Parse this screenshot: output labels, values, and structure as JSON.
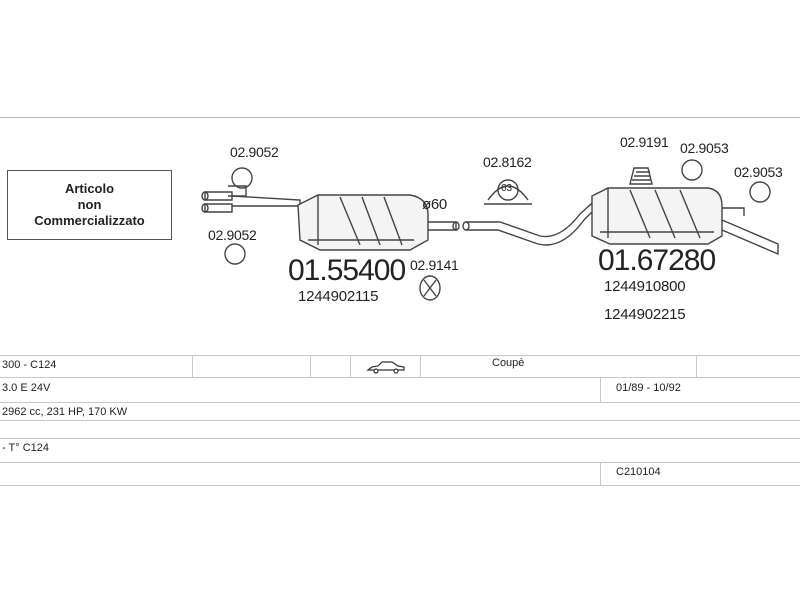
{
  "note": {
    "line1": "Articolo",
    "line2": "non",
    "line3": "Commercializzato"
  },
  "parts": {
    "clamp_top_left": "02.9052",
    "clamp_bottom_left": "02.9052",
    "rear_part_number": "01.55400",
    "rear_oe_number": "1244902115",
    "pipe_diameter": "ø60",
    "mount_label": "02.9141",
    "clamp_middle": "02.8162",
    "clamp_middle_size": "63",
    "rubber_top": "02.9191",
    "ring_top": "02.9053",
    "ring_right": "02.9053",
    "front_part_number": "01.67280",
    "front_oe_number_1": "1244910800",
    "front_oe_number_2": "1244902215"
  },
  "vehicle": {
    "model": "300 - C124",
    "body_type": "Coupè",
    "engine": "3.0 E 24V",
    "production": "01/89 - 10/92",
    "specs": "2962 cc, 231 HP, 170 KW",
    "chassis": "- T° C124",
    "code": "C210104"
  },
  "colors": {
    "line": "#444444",
    "rule": "#c8c8c8",
    "muffler_fill": "#f4f4f4"
  }
}
